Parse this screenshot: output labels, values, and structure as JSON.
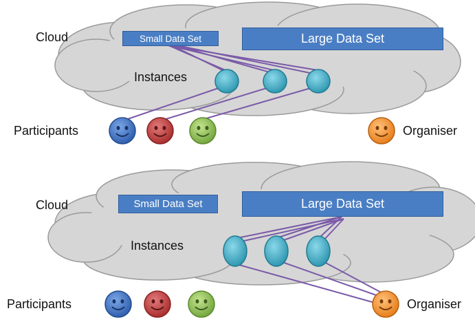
{
  "panel_top": {
    "cloud_label": "Cloud",
    "small_data_set": "Small Data Set",
    "large_data_set": "Large Data Set",
    "instances_label": "Instances",
    "participants_label": "Participants",
    "organiser_label": "Organiser"
  },
  "panel_bottom": {
    "cloud_label": "Cloud",
    "small_data_set": "Small Data Set",
    "large_data_set": "Large Data Set",
    "instances_label": "Instances",
    "participants_label": "Participants",
    "organiser_label": "Organiser"
  },
  "colors": {
    "cloud_fill": "#d6d6d6",
    "cloud_stroke": "#9a9a9a",
    "data_box": "#4a7ec4",
    "instance": "#44b0c8",
    "link": "#7a5aa8",
    "participant_blue": "#3d6fc4",
    "participant_red": "#c23b3b",
    "participant_green": "#8cc04a",
    "organiser": "#f28c28"
  }
}
